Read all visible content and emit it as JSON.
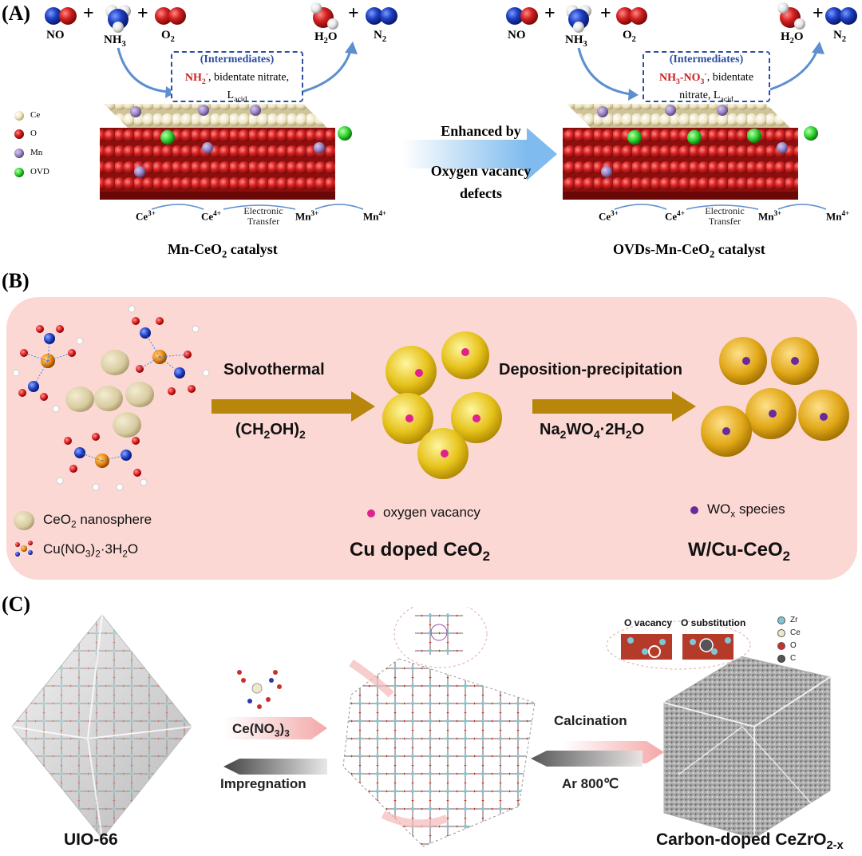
{
  "panelA": {
    "label": "(A)",
    "reactants": [
      "NO",
      "NH",
      "O"
    ],
    "reactant_subs": [
      "",
      "3",
      "2"
    ],
    "products": [
      "H",
      "N"
    ],
    "product_subs": [
      "2",
      "2"
    ],
    "product_tail": [
      "O",
      ""
    ],
    "plus": "+",
    "legend": [
      "Ce",
      "O",
      "Mn",
      "OVD"
    ],
    "left": {
      "inter_title": "(Intermediates)",
      "inter_red": "NH",
      "inter_red_sub": "2",
      "inter_red_sup": "-",
      "inter_rest1": ", bidentate nitrate,",
      "inter_rest2": "L",
      "inter_rest2_sub": "acid",
      "ions": [
        "Ce",
        "Ce",
        "Mn",
        "Mn"
      ],
      "ion_sups": [
        "3+",
        "4+",
        "3+",
        "4+"
      ],
      "transfer1": "Electronic",
      "transfer2": "Transfer",
      "catalyst_pre": "Mn-CeO",
      "catalyst_sub": "2",
      "catalyst_post": " catalyst"
    },
    "right": {
      "inter_title": "(Intermediates)",
      "inter_red": "NH",
      "inter_red_sub": "3",
      "inter_red_mid": "-NO",
      "inter_red_sub2": "3",
      "inter_red_sup": "-",
      "inter_rest1": ", bidentate",
      "inter_rest2": "nitrate, L",
      "inter_rest2_sub": "acid",
      "ions": [
        "Ce",
        "Ce",
        "Mn",
        "Mn"
      ],
      "ion_sups": [
        "3+",
        "4+",
        "3+",
        "4+"
      ],
      "transfer1": "Electronic",
      "transfer2": "Transfer",
      "catalyst_pre": "OVDs-Mn-CeO",
      "catalyst_sub": "2",
      "catalyst_post": " catalyst"
    },
    "arrow_text": [
      "Enhanced by",
      "Oxygen vacancy",
      "defects"
    ],
    "colors": {
      "ce": "#f1ead0",
      "o": "#d42020",
      "mn": "#9b86c2",
      "ovd": "#2fd12f",
      "arrow": "#8fc4ee",
      "blue": "#2c5fb8"
    }
  },
  "panelB": {
    "label": "(B)",
    "step1": "Solvothermal",
    "step1_reagent_pre": "(CH",
    "step1_reagent_sub1": "2",
    "step1_reagent_mid": "OH)",
    "step1_reagent_sub2": "2",
    "step2": "Deposition-precipitation",
    "step2_reagent_pre": "Na",
    "step2_reagent_sub1": "2",
    "step2_reagent_mid": "WO",
    "step2_reagent_sub2": "4",
    "step2_reagent_post": "·2H",
    "step2_reagent_sub3": "2",
    "step2_reagent_end": "O",
    "legend_ceo2_pre": "CeO",
    "legend_ceo2_sub": "2",
    "legend_ceo2_post": " nanosphere",
    "legend_cu_pre": "Cu(NO",
    "legend_cu_sub1": "3",
    "legend_cu_mid": ")",
    "legend_cu_sub2": "2",
    "legend_cu_post": "·3H",
    "legend_cu_sub3": "2",
    "legend_cu_end": "O",
    "vacancy": "oxygen vacancy",
    "wox_pre": "WO",
    "wox_sub": "x",
    "wox_post": " species",
    "title_mid_pre": "Cu doped CeO",
    "title_mid_sub": "2",
    "title_right_pre": "W/Cu-CeO",
    "title_right_sub": "2",
    "colors": {
      "bg": "#fbd8d4",
      "arrow": "#b8860b",
      "sphere": "#e6c21a",
      "sphere_right": "#e1a818",
      "vacancy": "#e0208f",
      "wox": "#6a2a9c",
      "ceo2": "#d8cba0"
    }
  },
  "panelC": {
    "label": "(C)",
    "reagent_pre": "Ce(NO",
    "reagent_sub": "3",
    "reagent_post": ")",
    "reagent_sub2": "3",
    "step1": "Impregnation",
    "step2": "Calcination",
    "step2_cond": "Ar 800℃",
    "left_title": "UIO-66",
    "right_title_pre": "Carbon-doped CeZrO",
    "right_title_sub": "2-x",
    "inset_labels": [
      "O vacancy",
      "O substitution"
    ],
    "legend": [
      "Zr",
      "Ce",
      "O",
      "C"
    ],
    "colors": {
      "zr": "#7fc6d6",
      "ce": "#efe9c8",
      "o": "#c9302c",
      "c": "#555555",
      "arrow": "#f4b8b8"
    }
  }
}
